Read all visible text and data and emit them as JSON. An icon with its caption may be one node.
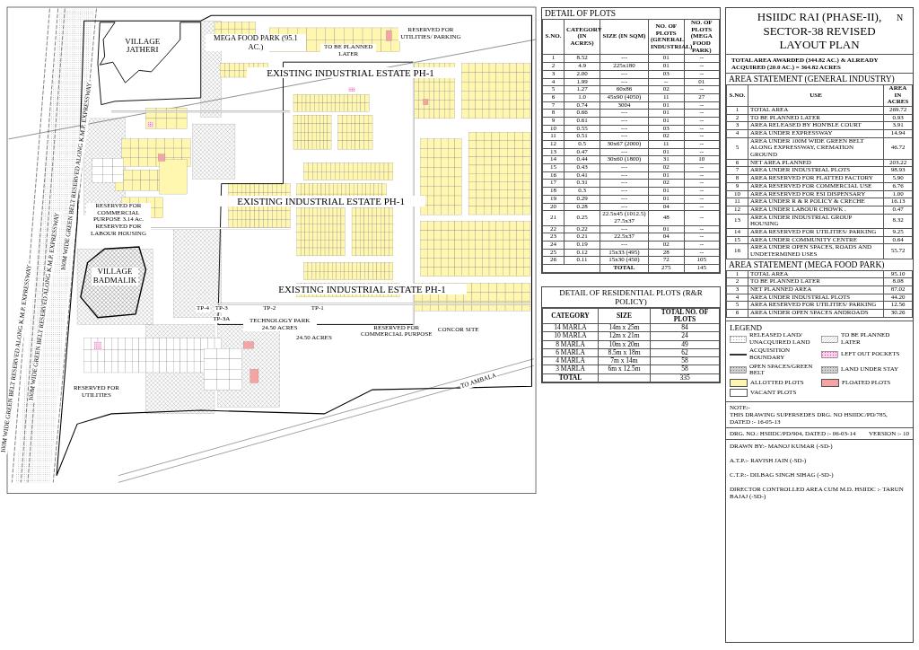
{
  "diagram": {
    "title": "HSIIDC RAI (PHASE-II), SECTOR-38 REVISED LAYOUT PLAN",
    "labels": [
      "N",
      "TOTAL AREA AWARDED (344.82 AC.) & ALREADY ACQUIRED (20.0 AC.) = 364.82 ACRES",
      "AREA STATEMENT (GENERAL INDUSTRY)",
      "S.NO.",
      "USE",
      "AREA IN ACRES",
      "1",
      "TOTAL AREA",
      "269.72",
      "2",
      "TO BE PLANNED LATER",
      "0.93",
      "3",
      "AREA RELEASED BY HON'BLE COURT",
      "3.91",
      "4",
      "AREA UNDER EXPRESSWAY",
      "14.94",
      "5",
      "AREA UNDER 100M WIDE GREEN BELT ALONG EXPRESSWAY, CREMATION GROUND",
      "46.72",
      "6",
      "NET AREA PLANNED",
      "203.22",
      "7",
      "AREA UNDER INDUSTRIAL PLOTS",
      "98.93",
      "8",
      "AREA RESERVED FOR FLATTED FACTORY",
      "5.90",
      "9",
      "AREA RESERVED FOR COMMERCIAL USE",
      "6.76",
      "10",
      "AREA RESERVED FOR ESI DISPENSARY",
      "1.00",
      "11",
      "AREA UNDER R & R POLICY & CRECHE",
      "16.13",
      "12",
      "AREA UNDER LABOUR CHOWK .",
      "0.47",
      "13",
      "AREA UNDER INDUSTRIAL GROUP HOUSING",
      "8.32",
      "14",
      "AREA RESERVED FOR UTILITIES/ PARKING",
      "9.25",
      "15",
      "AREA UNDER COMMUNITY CENTRE",
      "0.64",
      "16",
      "AREA UNDER OPEN SPACES, ROADS AND UNDETERMINED USES",
      "55.72",
      "AREA STATEMENT (MEGA FOOD PARK)",
      "1",
      "TOTAL AREA",
      "95.10",
      "2",
      "TO BE PLANNED LATER",
      "8.08",
      "3",
      "NET PLANNED AREA",
      "87.02",
      "4",
      "AREA UNDER INDUSTRIAL PLOTS",
      "44.20",
      "5",
      "AREA RESERVED FOR UTILITIES/ PARKING",
      "12.56",
      "6",
      "AREA UNDER OPEN SPACES ANDROADS",
      "30.26",
      "DETAIL OF PLOTS",
      "S.NO.",
      "CATEGORY (IN ACRES)",
      "SIZE (IN SQM)",
      "NO. OF PLOTS (GENERAL INDUSTRIAL)",
      "NO. OF PLOTS (MEGA FOOD PARK)",
      "1",
      "8.52",
      "---",
      "01",
      "--",
      "2",
      "4.9",
      "225x180",
      "01",
      "--",
      "3",
      "2.00",
      "---",
      "03",
      "--",
      "4",
      "1.99",
      "---",
      "--",
      "01",
      "5",
      "1.27",
      "60x86",
      "02",
      "--",
      "6",
      "1.0",
      "45x90 (4050)",
      "11",
      "27",
      "7",
      "0.74",
      "3004",
      "01",
      "--",
      "8",
      "0.66",
      "---",
      "01",
      "--",
      "9",
      "0.61",
      "---",
      "01",
      "--",
      "10",
      "0.55",
      "---",
      "03",
      "--",
      "11",
      "0.51",
      "---",
      "02",
      "--",
      "12",
      "0.5",
      "30x67 (2000)",
      "11",
      "--",
      "13",
      "0.47",
      "---",
      "01",
      "--",
      "14",
      "0.44",
      "30x60 (1800)",
      "31",
      "10",
      "15",
      "0.43",
      "---",
      "02",
      "--",
      "16",
      "0.41",
      "---",
      "01",
      "--",
      "17",
      "0.31",
      "---",
      "02",
      "--",
      "18",
      "0.3",
      "---",
      "01",
      "--",
      "19",
      "0.29",
      "---",
      "01",
      "--",
      "20",
      "0.28",
      "---",
      "04",
      "--",
      "21",
      "0.25",
      "22.5x45 (1012.5) 27.5x37",
      "48",
      "--",
      "22",
      "0.22",
      "---",
      "01",
      "--",
      "23",
      "0.21",
      "22.5x37",
      "04",
      "--",
      "24",
      "0.19",
      "---",
      "02",
      "--",
      "25",
      "0.12",
      "15x33 (495)",
      "28",
      "--",
      "26",
      "0.11",
      "15x30 (450)",
      "72",
      "105",
      "TOTAL",
      "275",
      "145",
      "LEGEND",
      "NOTE:-",
      "THIS DRAWING SUPERSEDES DRG. NO HSIIDC/PD/785, DATED :- 16-05-13",
      "DRG. NO.: HSIIDC/PD/904, DATED :- 06-03-14",
      "VERSION :- 10",
      "DRAWN BY:- MANOJ KUMAR (-SD-)",
      "A.T.P.:- RAVISH JAIN (-SD-)",
      "C.T.P.:- DILBAG SINGH SIHAG (-SD-)",
      "DIRECTOR CONTROLLED AREA CUM M.D. HSIIDC :- TARUN BAJAJ (-SD-)",
      "DETAIL OF RESIDENTIAL PLOTS (R&R POLICY)",
      "CATEGORY",
      "SIZE",
      "TOTAL NO. OF PLOTS",
      "14 MARLA",
      "14m x 25m",
      "84",
      "10 MARLA",
      "12m x 21m",
      "24",
      "8 MARLA",
      "10m x 20m",
      "49",
      "6 MARLA",
      "8.5m x 18m",
      "62",
      "4 MARLA",
      "7m x 14m",
      "58",
      "3 MARLA",
      "6m x 12.5m",
      "58",
      "TOTAL",
      "335",
      "VILLAGE JATHERI",
      "VILLAGE BADMALIK",
      "MEGA FOOD PARK (95.1 AC.)",
      "TO BE PLANNED LATER",
      "RESERVED FOR UTILITIES/ PARKING",
      "EXISTING INDUSTRIAL ESTATE PH-1",
      "EXISTING INDUSTRIAL ESTATE PH-1",
      "EXISTING INDUSTRIAL ESTATE PH-1",
      "100M WIDE GREEN BELT RESERVED ALONG K.M.P. EXPRESSWAY",
      "100M WIDE GREEN BELT RESERVED ALONG K.M.P. EXPRESSWAY",
      "100M WIDE GREEN BELT RESERVED ALONG K.M.P. EXPRESSWAY",
      "RESERVED FOR COMMERCIAL PURPOSE 3.14 Ac.",
      "RESERVED FOR LABOUR HOUSING",
      "TP-4",
      "TP-3",
      "TP-3A",
      "TP-2",
      "TP-1",
      "TECHNOLOGY PARK 24.50 ACRES",
      "24.50 ACRES",
      "RESERVED FOR COMMERCIAL PURPOSE",
      "CONCOR SITE",
      "RESERVED FOR UTILITIES",
      "TO AMBALA"
    ],
    "legend": [
      {
        "text": "RELEASED LAND/ UNACQUIRED LAND"
      },
      {
        "text": "TO BE PLANNED LATER"
      },
      {
        "text": "ACQUISITION BOUNDARY"
      },
      {
        "text": "LEFT OUT POCKETS"
      },
      {
        "text": "OPEN SPACES/GREEN BELT"
      },
      {
        "text": "LAND UNDER STAY"
      },
      {
        "text": "ALLOTTED PLOTS",
        "color": "#fff6b0"
      },
      {
        "text": "FLOATED PLOTS",
        "color": "#f6a3a3"
      },
      {
        "text": "VACANT PLOTS",
        "color": "#ffffff"
      }
    ]
  }
}
